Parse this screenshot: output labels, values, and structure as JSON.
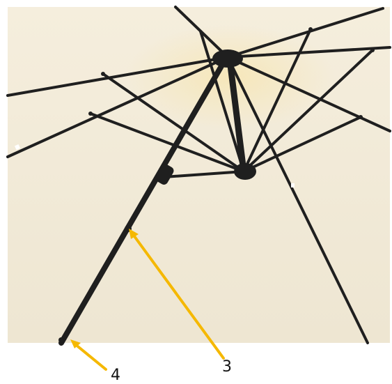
{
  "colors": {
    "canopy": "#f2ead7",
    "canopy_light": "#f7f1e1",
    "frame": "#1f1f1f",
    "callout": "#f5b800",
    "label_text": "#111111"
  },
  "callouts": [
    {
      "number": "3",
      "target": "frame-joint"
    },
    {
      "number": "4",
      "target": "pole-bottom"
    }
  ]
}
